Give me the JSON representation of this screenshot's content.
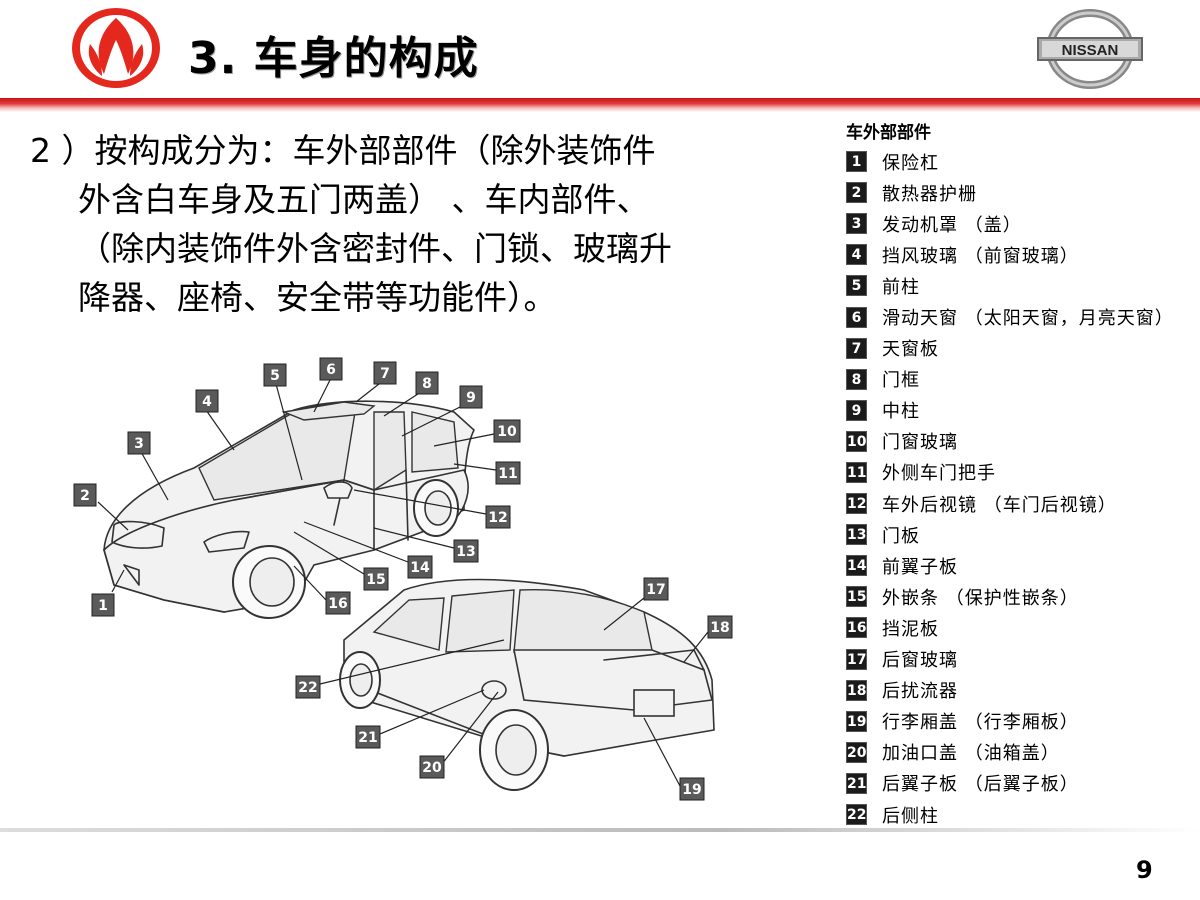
{
  "header": {
    "title": "3. 车身的构成",
    "brand_right": "NISSAN"
  },
  "colors": {
    "accent_red": "#c91418",
    "label_bg": "#1b1b1b"
  },
  "description": {
    "line1": "2 ）按构成分为：车外部部件（除外装饰件",
    "line2": "外含白车身及五门两盖） 、车内部件、",
    "line3": "（除内装饰件外含密封件、门锁、玻璃升",
    "line4": "降器、座椅、安全带等功能件）。"
  },
  "parts": {
    "title": "车外部部件",
    "items": [
      {
        "no": "1",
        "label": "保险杠"
      },
      {
        "no": "2",
        "label": "散热器护栅"
      },
      {
        "no": "3",
        "label": "发动机罩 （盖）"
      },
      {
        "no": "4",
        "label": "挡风玻璃 （前窗玻璃）"
      },
      {
        "no": "5",
        "label": "前柱"
      },
      {
        "no": "6",
        "label": "滑动天窗 （太阳天窗，月亮天窗）"
      },
      {
        "no": "7",
        "label": "天窗板"
      },
      {
        "no": "8",
        "label": "门框"
      },
      {
        "no": "9",
        "label": "中柱"
      },
      {
        "no": "10",
        "label": "门窗玻璃"
      },
      {
        "no": "11",
        "label": "外侧车门把手"
      },
      {
        "no": "12",
        "label": "车外后视镜 （车门后视镜）"
      },
      {
        "no": "13",
        "label": "门板"
      },
      {
        "no": "14",
        "label": "前翼子板"
      },
      {
        "no": "15",
        "label": "外嵌条 （保护性嵌条）"
      },
      {
        "no": "16",
        "label": "挡泥板"
      },
      {
        "no": "17",
        "label": "后窗玻璃"
      },
      {
        "no": "18",
        "label": "后扰流器"
      },
      {
        "no": "19",
        "label": "行李厢盖 （行李厢板）"
      },
      {
        "no": "20",
        "label": "加油口盖 （油箱盖）"
      },
      {
        "no": "21",
        "label": "后翼子板 （后翼子板）"
      },
      {
        "no": "22",
        "label": "后侧柱"
      }
    ]
  },
  "callouts": [
    "1",
    "2",
    "3",
    "4",
    "5",
    "6",
    "7",
    "8",
    "9",
    "10",
    "11",
    "12",
    "13",
    "14",
    "15",
    "16",
    "17",
    "18",
    "19",
    "20",
    "21",
    "22"
  ],
  "page_number": "9"
}
